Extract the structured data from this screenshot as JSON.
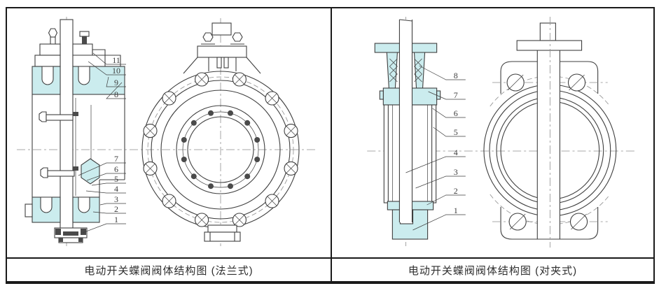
{
  "colors": {
    "highlight": "#cbecee",
    "line": "#3f3f3f",
    "centerline": "#8f8f8f",
    "caption_text": "#2e2e2e"
  },
  "left_panel": {
    "caption": "电动开关蝶阀阀体结构图 (法兰式)",
    "part_labels": [
      "11",
      "10",
      "9",
      "8",
      "7",
      "6",
      "5",
      "4",
      "3",
      "2",
      "1"
    ]
  },
  "right_panel": {
    "caption": "电动开关蝶阀阀体结构图 (对夹式)",
    "part_labels": [
      "8",
      "7",
      "6",
      "5",
      "4",
      "3",
      "2",
      "1"
    ]
  }
}
